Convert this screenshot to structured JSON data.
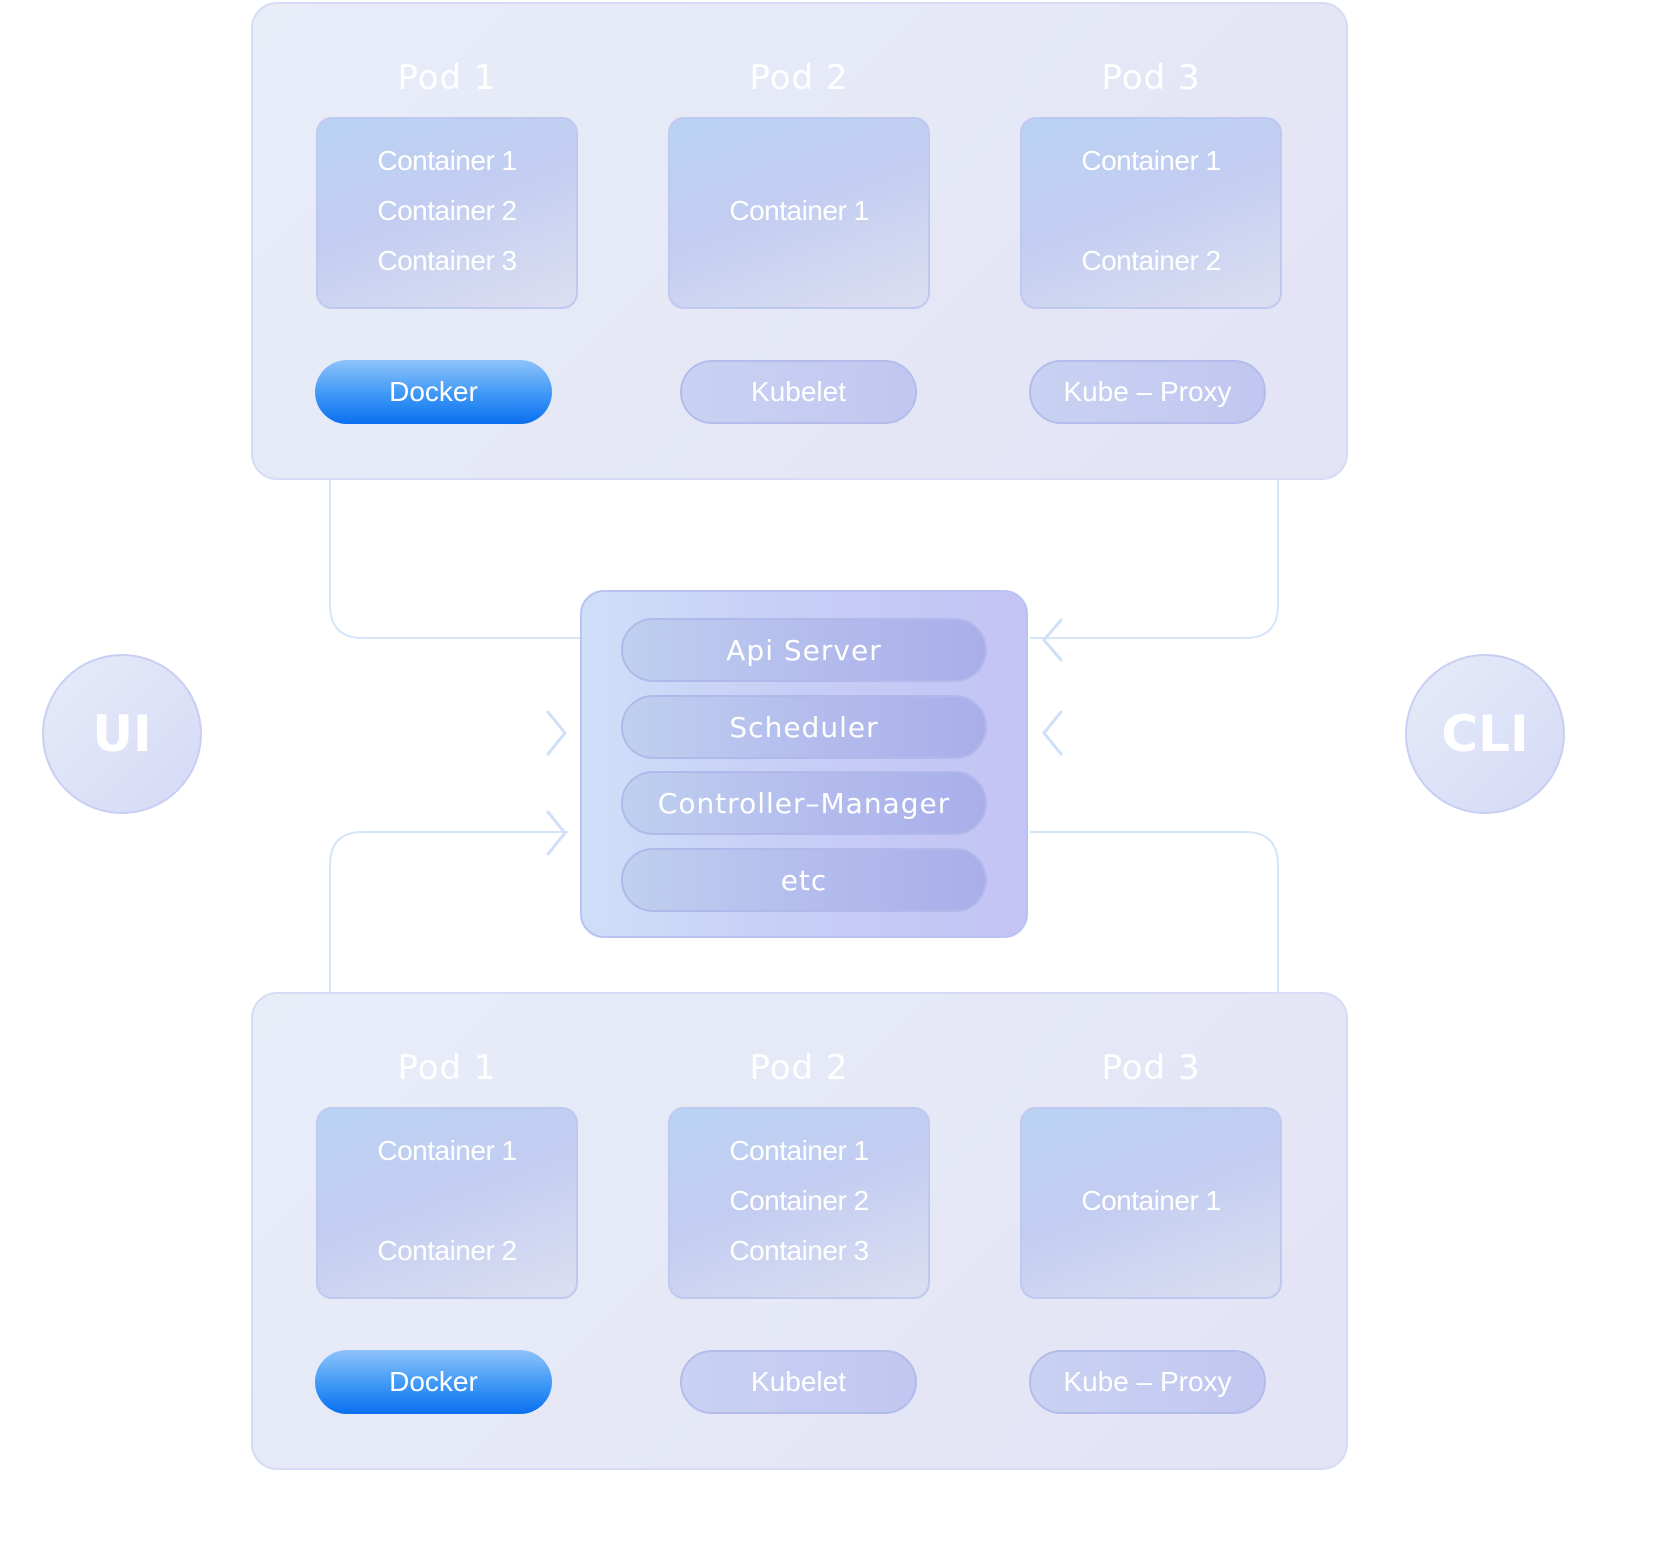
{
  "clients": {
    "left": "UI",
    "right": "CLI"
  },
  "control_plane": {
    "components": [
      "Api Server",
      "Scheduler",
      "Controller–Manager",
      "etc"
    ]
  },
  "nodes": [
    {
      "pods": [
        {
          "title": "Pod 1",
          "containers": [
            "Container 1",
            "Container 2",
            "Container 3"
          ]
        },
        {
          "title": "Pod 2",
          "containers": [
            "Container 1"
          ]
        },
        {
          "title": "Pod 3",
          "containers": [
            "Container 1",
            "Container 2"
          ]
        }
      ],
      "services": [
        "Docker",
        "Kubelet",
        "Kube – Proxy"
      ]
    },
    {
      "pods": [
        {
          "title": "Pod 1",
          "containers": [
            "Container 1",
            "Container 2"
          ]
        },
        {
          "title": "Pod 2",
          "containers": [
            "Container 1",
            "Container 2",
            "Container 3"
          ]
        },
        {
          "title": "Pod 3",
          "containers": [
            "Container 1"
          ]
        }
      ],
      "services": [
        "Docker",
        "Kubelet",
        "Kube – Proxy"
      ]
    }
  ],
  "colors": {
    "docker_accent": "#0a6ff0",
    "panel_border": "#d6dcf6",
    "connector": "#cfe3f7"
  }
}
